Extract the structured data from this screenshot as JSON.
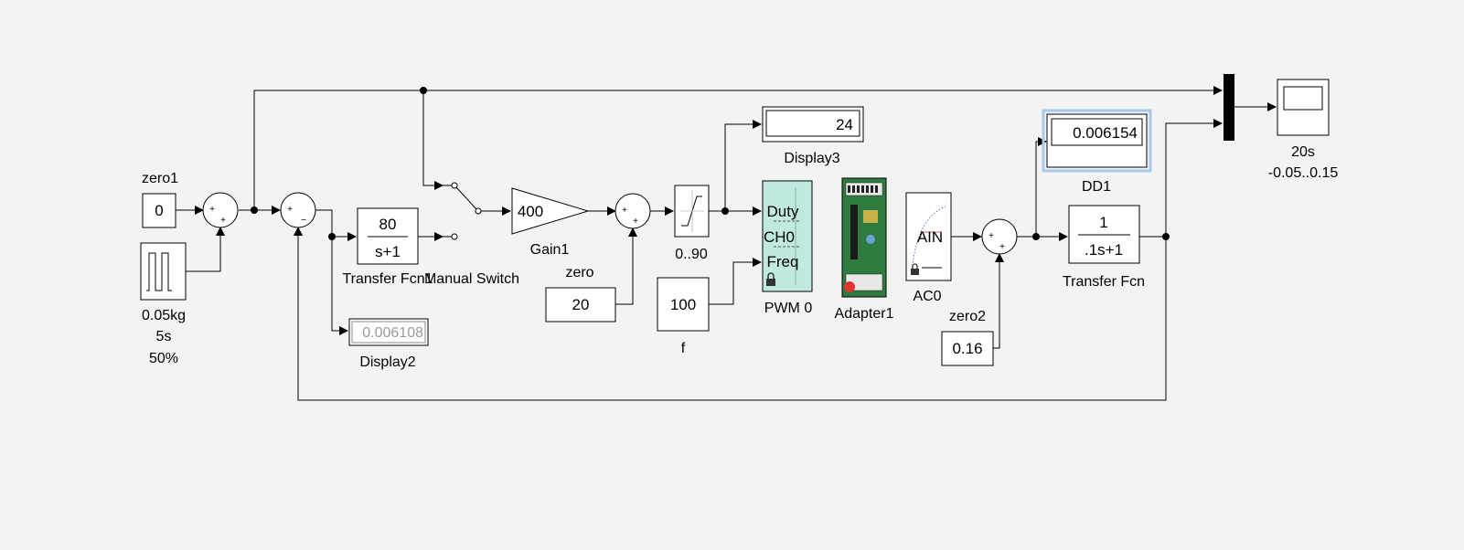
{
  "blocks": {
    "zero1": {
      "label": "zero1",
      "value": "0"
    },
    "pulse": {
      "line1": "0.05kg",
      "line2": "5s",
      "line3": "50%"
    },
    "tf1": {
      "num": "80",
      "den": "s+1",
      "label": "Transfer Fcn1"
    },
    "switch": {
      "label": "Manual Switch"
    },
    "gain": {
      "value": "400",
      "label": "Gain1"
    },
    "zero": {
      "label": "zero",
      "value": "20"
    },
    "sat": {
      "label": "0..90"
    },
    "f": {
      "value": "100",
      "label": "f"
    },
    "display3": {
      "value": "24",
      "label": "Display3"
    },
    "display2": {
      "value": "0.006108",
      "label": "Display2"
    },
    "pwm": {
      "p1": "Duty",
      "p2": "CH0",
      "p3": "Freq",
      "label": "PWM 0"
    },
    "adapter": {
      "label": "Adapter1"
    },
    "ac0": {
      "port": "AIN",
      "label": "AC0"
    },
    "zero2": {
      "label": "zero2",
      "value": "0.16"
    },
    "dd1": {
      "value": "0.006154",
      "label": "DD1"
    },
    "tf": {
      "num": "1",
      "den": ".1s+1",
      "label": "Transfer Fcn"
    },
    "scope": {
      "line1": "20s",
      "line2": "-0.05..0.15"
    }
  },
  "sum_signs": {
    "sum1": [
      "+",
      "+"
    ],
    "sum2": [
      "+",
      "−"
    ],
    "sum3": [
      "+",
      "+"
    ],
    "sum4": [
      "+",
      "+"
    ]
  },
  "colors": {
    "background": "#f3f3f3",
    "pwm_fill": "#bfe9e1",
    "board_green": "#2f7a3e",
    "selection": "#a9c9ea"
  }
}
